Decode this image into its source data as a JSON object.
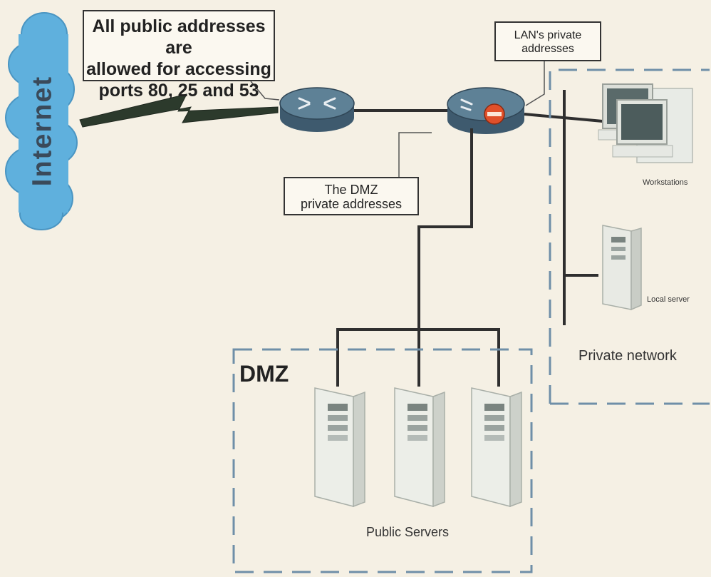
{
  "labels": {
    "internet": "Internet",
    "public_callout": [
      "All public addresses are",
      "allowed for accessing",
      "ports 80, 25 and 53"
    ],
    "lan_callout": [
      "LAN's private",
      "addresses"
    ],
    "dmz_callout": [
      "The DMZ",
      "private addresses"
    ],
    "dmz_zone": "DMZ",
    "private_network": "Private network",
    "workstations": "Workstations",
    "local_server": "Local server",
    "public_servers": "Public Servers"
  },
  "icons": {
    "cloud": "internet-cloud-icon",
    "router": "router-icon",
    "firewall": "firewall-router-icon",
    "workstation": "workstation-icon",
    "server": "server-tower-icon"
  },
  "colors": {
    "background": "#f5f0e4",
    "cloud": "#5fb0dd",
    "router_body": "#4e6f86",
    "link": "#2f2f2f",
    "zone_border": "#6f8fa8",
    "firewall_stop": "#e0502a"
  }
}
